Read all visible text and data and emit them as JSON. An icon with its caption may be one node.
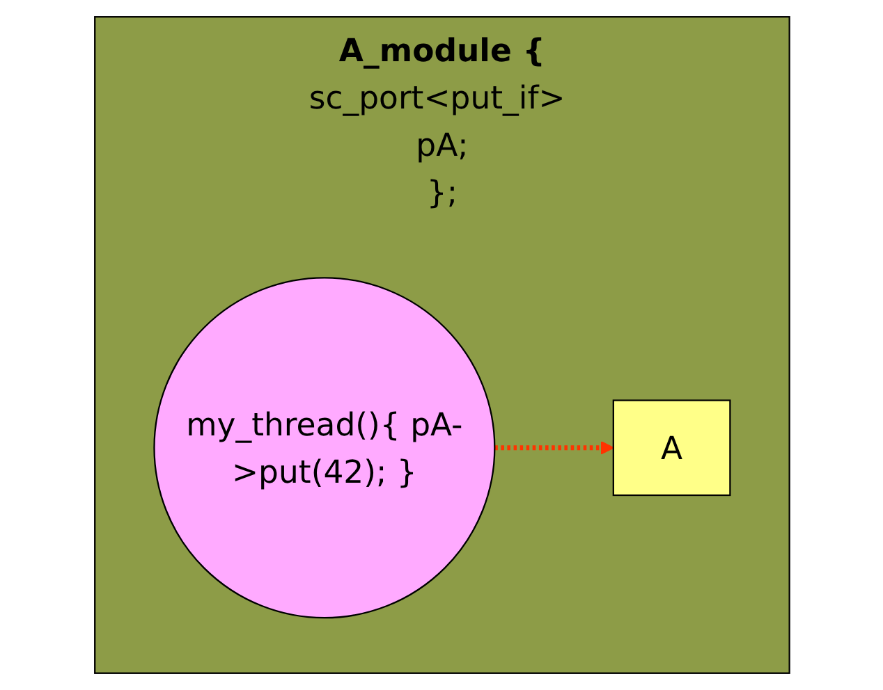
{
  "diagram": {
    "nodes": [
      {
        "text": [
          "A_module {",
          "sc_port<put_if> pA;",
          "};"
        ]
      },
      {
        "text": [
          "my_thread(){ pA->put(42); }"
        ],
        "in": 0
      },
      {
        "text": [
          "A"
        ],
        "in": 0
      }
    ],
    "edges": [
      {
        "from": 1,
        "to": 2,
        "arrow": "to",
        "style": "dashed",
        "color": "#ff3300"
      }
    ]
  }
}
